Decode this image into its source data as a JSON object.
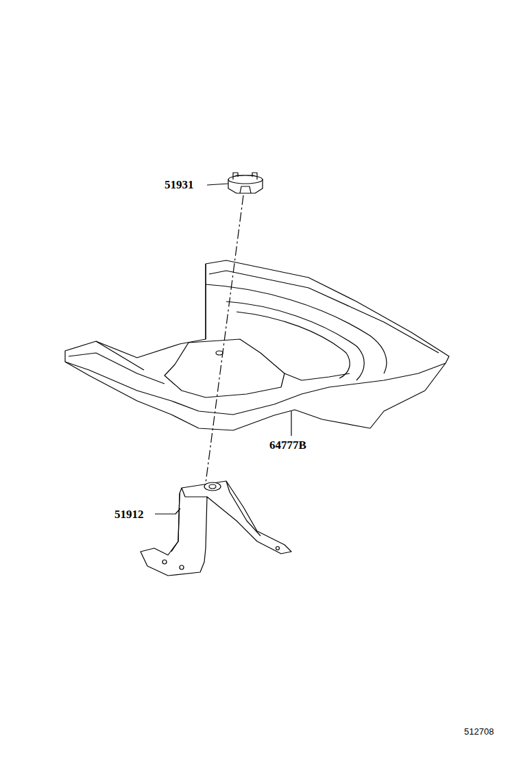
{
  "diagram": {
    "labels": [
      "51931",
      "64777B",
      "51912",
      "512708"
    ]
  }
}
